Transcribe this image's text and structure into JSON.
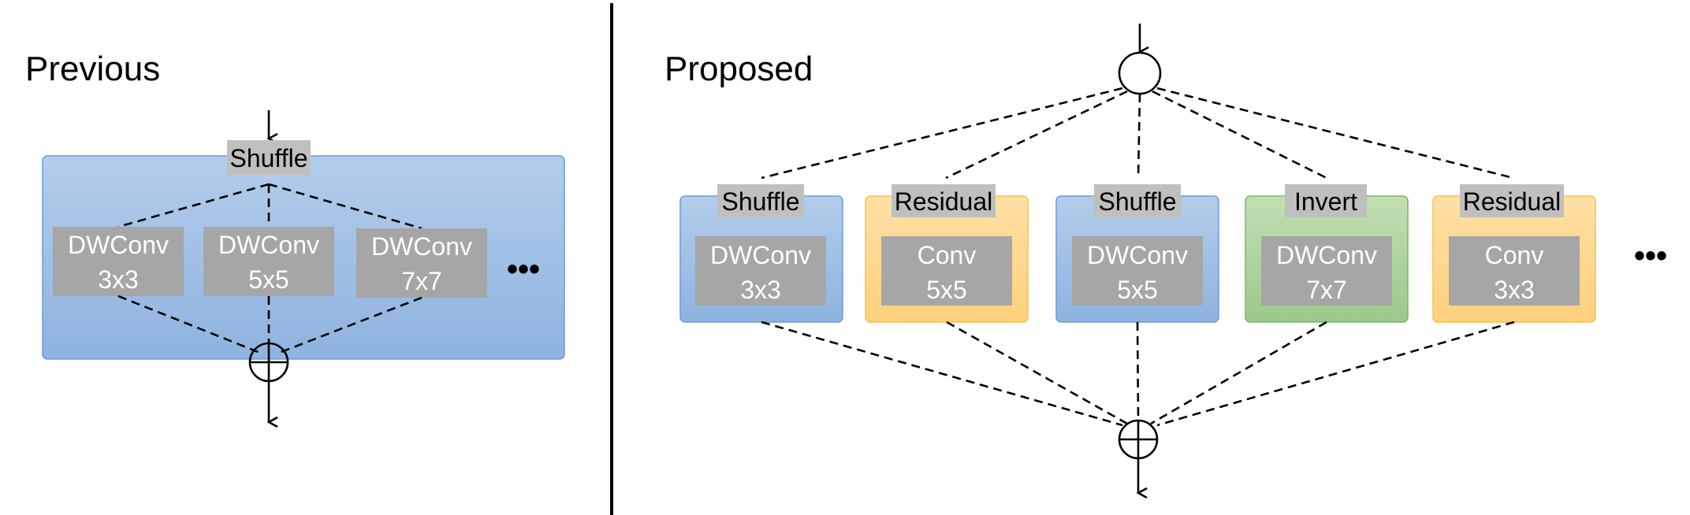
{
  "previous": {
    "title": "Previous",
    "shuffle_label": "Shuffle",
    "ops": [
      {
        "line1": "DWConv",
        "line2": "3x3"
      },
      {
        "line1": "DWConv",
        "line2": "5x5"
      },
      {
        "line1": "DWConv",
        "line2": "7x7"
      }
    ],
    "ellipsis": "•••"
  },
  "proposed": {
    "title": "Proposed",
    "blocks": [
      {
        "tag": "Shuffle",
        "line1": "DWConv",
        "line2": "3x3",
        "color": "blue"
      },
      {
        "tag": "Residual",
        "line1": "Conv",
        "line2": "5x5",
        "color": "orange"
      },
      {
        "tag": "Shuffle",
        "line1": "DWConv",
        "line2": "5x5",
        "color": "blue"
      },
      {
        "tag": "Invert",
        "line1": "DWConv",
        "line2": "7x7",
        "color": "green"
      },
      {
        "tag": "Residual",
        "line1": "Conv",
        "line2": "3x3",
        "color": "orange"
      }
    ],
    "ellipsis": "•••"
  },
  "colors": {
    "blue_top": "#b3cdeb",
    "blue_bottom": "#8eb3e0",
    "blue_border": "#6f9bd1",
    "orange_top": "#ffe0a6",
    "orange_bottom": "#ffd07c",
    "orange_border": "#f5c04a",
    "green_top": "#c2dfb3",
    "green_bottom": "#9bc98a",
    "green_border": "#7fb46b",
    "op_gray": "#a6a6a6",
    "tag_gray": "#bfbfbf"
  }
}
